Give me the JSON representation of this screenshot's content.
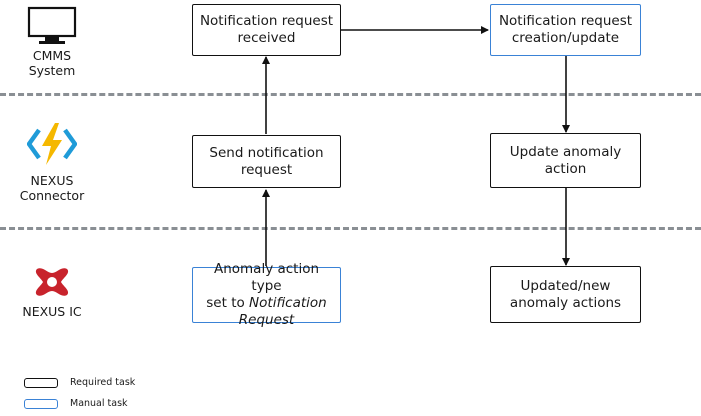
{
  "lanes": {
    "cmms": [
      "CMMS",
      "System"
    ],
    "connector": [
      "NEXUS",
      "Connector"
    ],
    "ic": [
      "NEXUS IC"
    ]
  },
  "boxes": {
    "notif_received": [
      "Notification request",
      "received"
    ],
    "notif_creation": [
      "Notification request",
      "creation/update"
    ],
    "send_notif": [
      "Send notification",
      "request"
    ],
    "update_anomaly": [
      "Update anomaly",
      "action"
    ],
    "anomaly_type": {
      "line1": "Anomaly action type",
      "line2_prefix": "set to ",
      "line2_italic": "Notification",
      "line3_italic": "Request"
    },
    "updated_new": [
      "Updated/new",
      "anomaly actions"
    ]
  },
  "legend": {
    "required": "Required task",
    "manual": "Manual task"
  },
  "icons": {
    "cmms": "monitor-icon",
    "connector": "azure-functions-lightning-icon",
    "ic": "nexus-logo-icon"
  },
  "colors": {
    "manual_border": "#3a82d6",
    "required_border": "#111111",
    "separator": "#8a8f94",
    "lightning": "#f5b800",
    "bracket_blue": "#1f9bd8",
    "nexus_red": "#c8232c"
  }
}
